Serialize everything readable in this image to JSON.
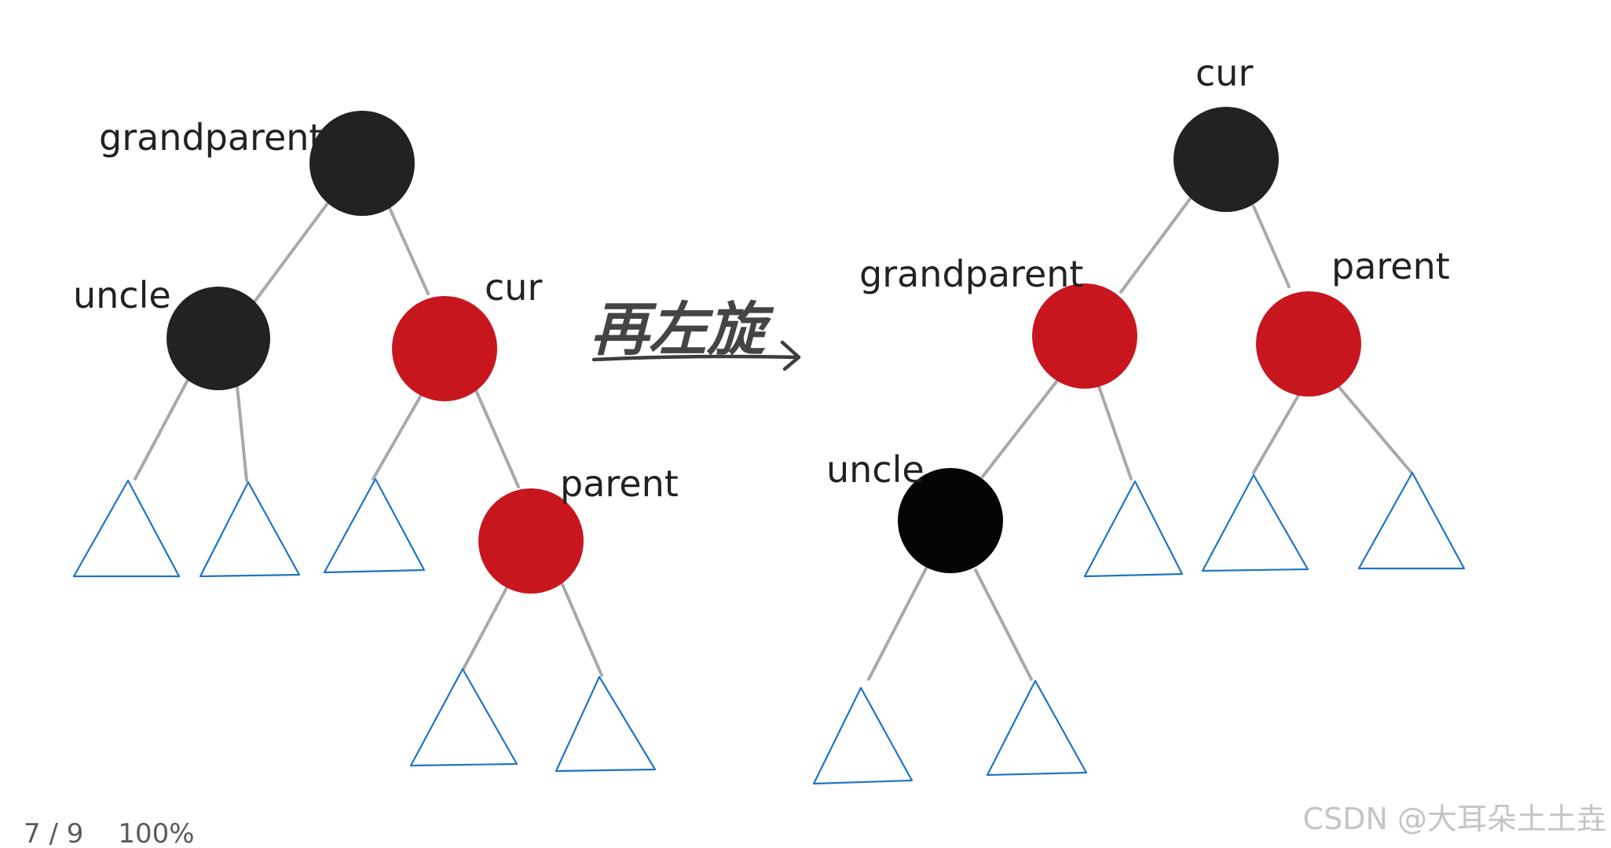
{
  "diagram": {
    "left_tree": {
      "labels": {
        "grandparent": "grandparent",
        "uncle": "uncle",
        "cur": "cur",
        "parent": "parent"
      },
      "colors": {
        "grandparent": "#222222",
        "uncle": "#222222",
        "cur": "#c8161f",
        "parent": "#c8161f"
      }
    },
    "transition": {
      "label": "再左旋"
    },
    "right_tree": {
      "labels": {
        "cur": "cur",
        "grandparent": "grandparent",
        "parent": "parent",
        "uncle": "uncle"
      },
      "colors": {
        "cur": "#222222",
        "grandparent": "#c8161f",
        "parent": "#c8161f",
        "uncle": "#050505"
      }
    },
    "subtree_color": "#1f74c4",
    "edge_color": "#a9a9a9"
  },
  "viewer": {
    "page": "7 / 9",
    "zoom": "100%"
  },
  "watermark": "CSDN @大耳朵土土垚"
}
